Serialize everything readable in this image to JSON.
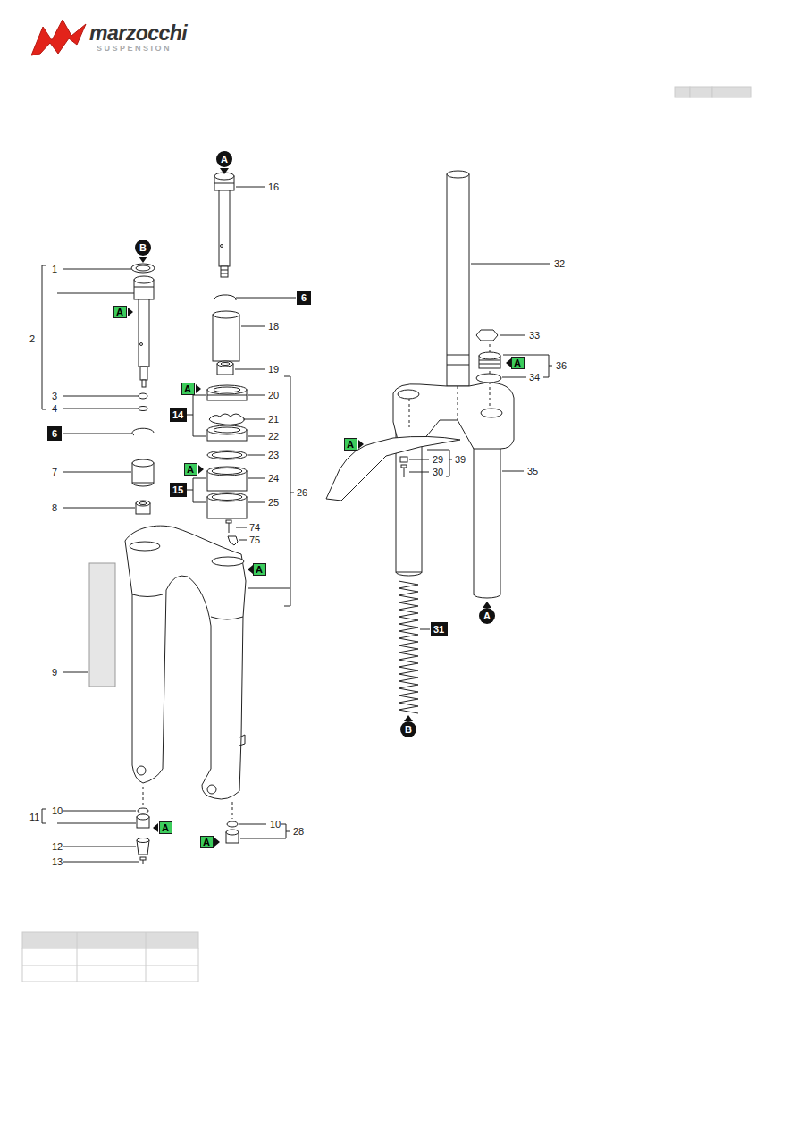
{
  "diagram": {
    "nodes": [
      {
        "text": [
          "A"
        ]
      },
      {
        "text": [
          "B"
        ]
      },
      {
        "text": [
          "A"
        ]
      },
      {
        "text": [
          "6"
        ]
      },
      {
        "text": [
          "A"
        ]
      },
      {
        "text": [
          "14"
        ]
      },
      {
        "text": [
          "6"
        ]
      },
      {
        "text": [
          "A"
        ]
      },
      {
        "text": [
          "15"
        ]
      },
      {
        "text": [
          "A"
        ]
      },
      {
        "text": [
          "A"
        ]
      },
      {
        "text": [
          "A"
        ]
      },
      {
        "text": [
          "A"
        ]
      },
      {
        "text": [
          "A"
        ]
      },
      {
        "text": [
          "31"
        ]
      },
      {
        "text": [
          "A"
        ]
      },
      {
        "text": [
          "B"
        ]
      }
    ],
    "labels": [
      "marzocchi",
      "SUSPENSION",
      "16",
      "32",
      "1",
      "18",
      "33",
      "2",
      "36",
      "19",
      "34",
      "20",
      "3",
      "4",
      "21",
      "22",
      "23",
      "29",
      "39",
      "7",
      "35",
      "30",
      "24",
      "26",
      "25",
      "8",
      "74",
      "75",
      "9",
      "10",
      "11",
      "10",
      "28",
      "12",
      "13"
    ]
  }
}
